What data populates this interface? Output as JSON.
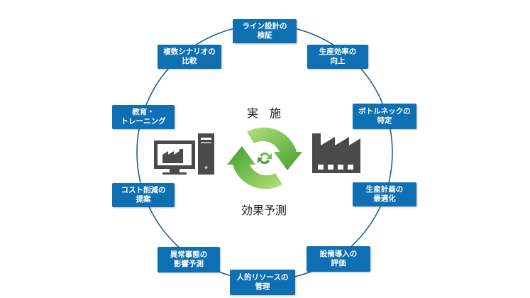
{
  "center": {
    "top_label": "実　施",
    "bottom_label": "効果予測"
  },
  "nodes": [
    {
      "line1": "ライン設計の",
      "line2": "検証"
    },
    {
      "line1": "生産効率の",
      "line2": "向上"
    },
    {
      "line1": "ボトルネックの",
      "line2": "特定"
    },
    {
      "line1": "生産計画の",
      "line2": "最適化"
    },
    {
      "line1": "設備導入の",
      "line2": "評価"
    },
    {
      "line1": "人的リソースの",
      "line2": "管理"
    },
    {
      "line1": "異常事態の",
      "line2": "影響予測"
    },
    {
      "line1": "コスト削減の",
      "line2": "提案"
    },
    {
      "line1": "教育・",
      "line2": "トレーニング"
    },
    {
      "line1": "複数シナリオの",
      "line2": "比較"
    }
  ],
  "icons": [
    "computer-icon",
    "cycle-arrows-icon",
    "factory-icon"
  ],
  "colors": {
    "node_fill": "#0f6fb3",
    "ring": "#1f5f96",
    "cycle_green": "#6cc24a",
    "icon_gray": "#4a4a4a"
  }
}
